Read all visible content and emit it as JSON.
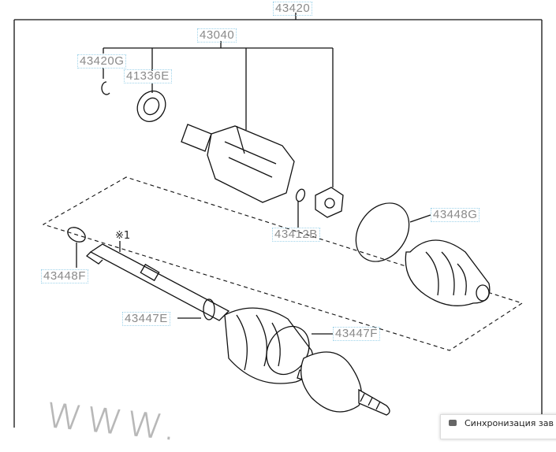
{
  "labels": {
    "assembly": "43420",
    "inboard_joint": "43040",
    "snap_ring_outer": "43420G",
    "dust_deflector": "41336E",
    "snap_ring_inner": "43412B",
    "boot_clamp_large": "43448G",
    "boot_clamp_small": "43448F",
    "boot_clamp_e": "43447E",
    "boot_clamp_f": "43447F",
    "note_mark": "※1"
  },
  "watermark": "www.",
  "notification": {
    "text": "Синхронизация зав"
  }
}
